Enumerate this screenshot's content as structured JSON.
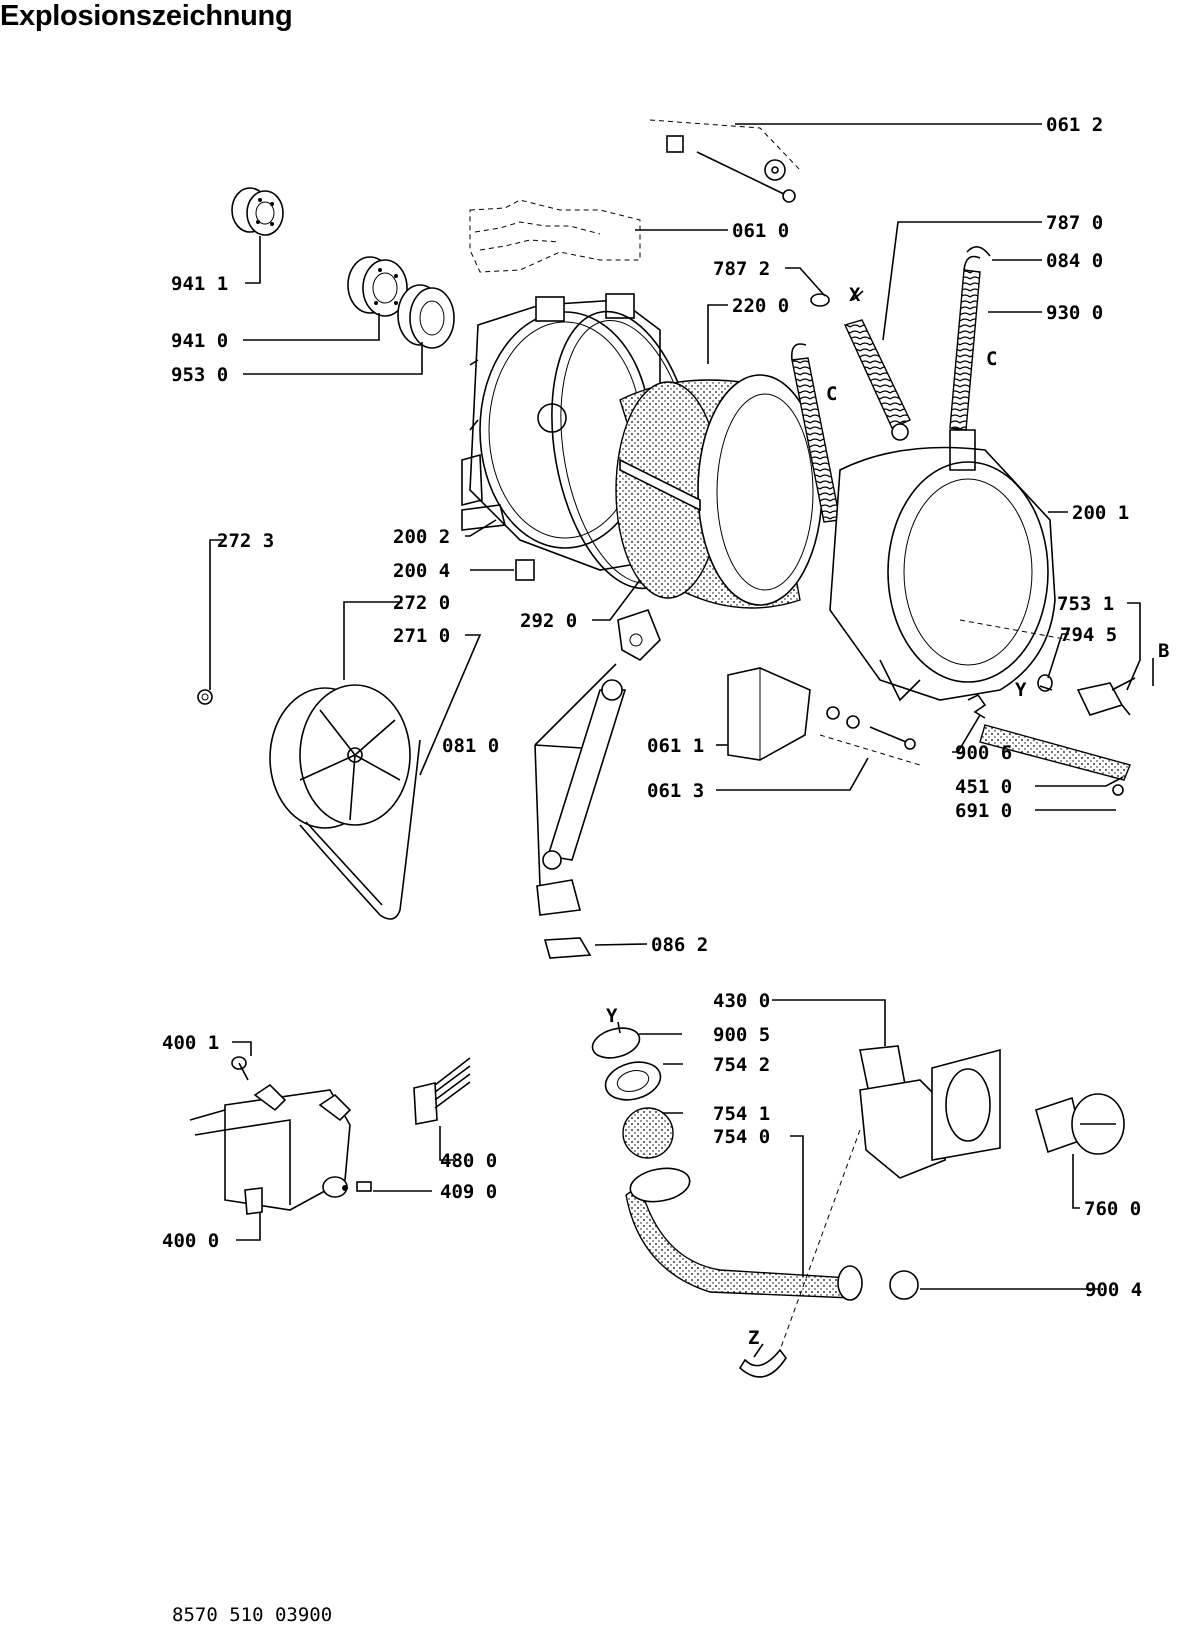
{
  "title": "Explosionszeichnung",
  "document_number": "8570 510 03900",
  "markers": [
    "X",
    "Y",
    "Z",
    "B",
    "C"
  ],
  "part_labels": [
    "061 2",
    "061 0",
    "787 0",
    "787 2",
    "084 0",
    "220 0",
    "930 0",
    "941 1",
    "941 0",
    "953 0",
    "200 1",
    "200 2",
    "200 4",
    "272 3",
    "292 0",
    "272 0",
    "271 0",
    "753 1",
    "794 5",
    "081 0",
    "061 1",
    "061 3",
    "900 6",
    "451 0",
    "691 0",
    "086 2",
    "430 0",
    "900 5",
    "754 2",
    "754 1",
    "754 0",
    "400 1",
    "480 0",
    "409 0",
    "400 0",
    "760 0",
    "900 4"
  ]
}
